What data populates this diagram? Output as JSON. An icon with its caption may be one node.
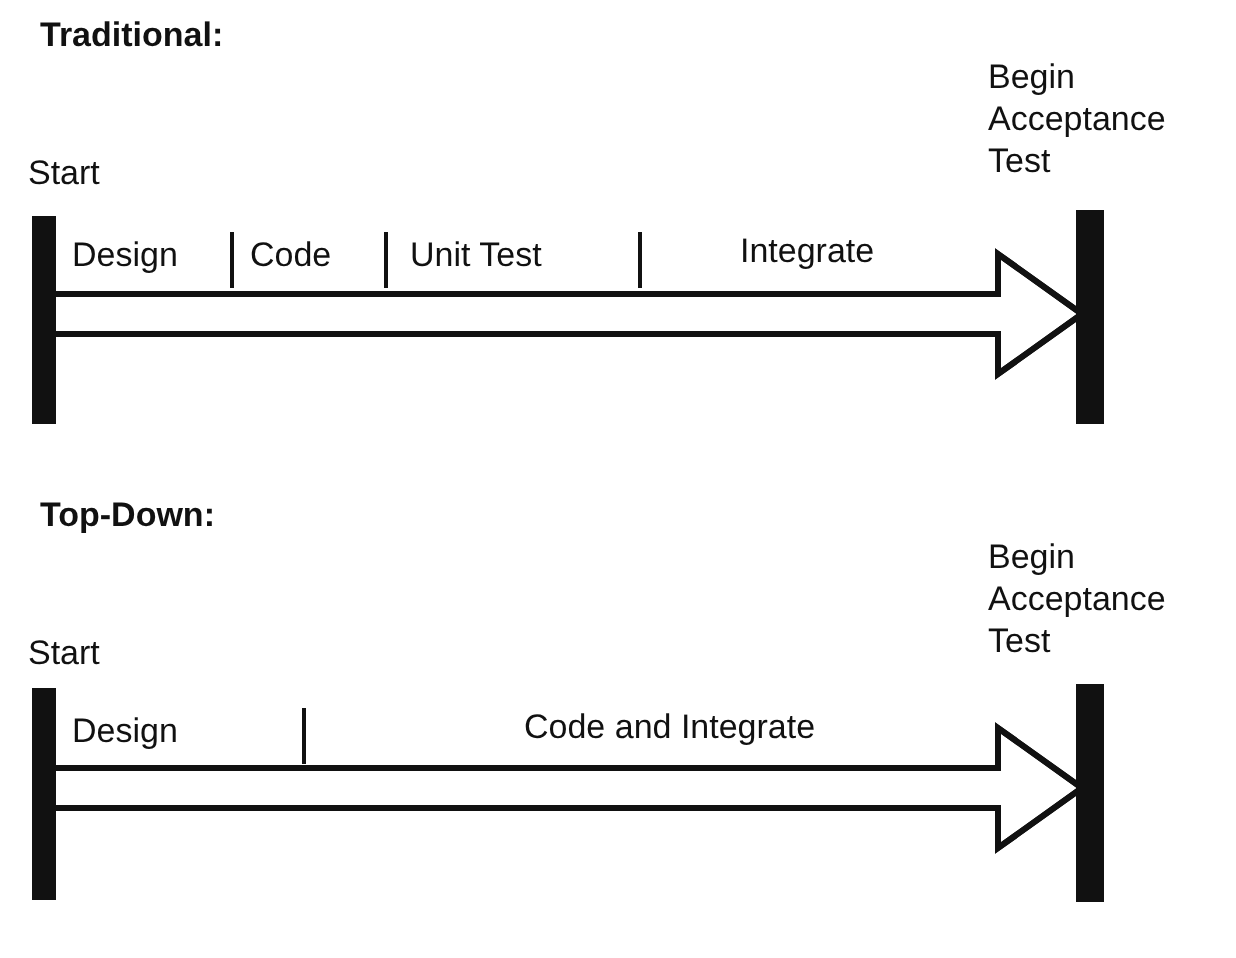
{
  "diagram": {
    "nodes": [
      {
        "text": [
          "Start"
        ]
      },
      {
        "text": [
          "Begin Acceptance Test"
        ]
      },
      {
        "text": [
          "Start"
        ]
      },
      {
        "text": [
          "Begin Acceptance Test"
        ]
      }
    ],
    "edges": [
      {
        "from": 0,
        "to": 1,
        "arrow": "to"
      },
      {
        "from": 2,
        "to": 3,
        "arrow": "to"
      }
    ],
    "labels": [
      "Traditional:",
      "Design",
      "Code",
      "Unit Test",
      "Integrate",
      "Top-Down:",
      "Design",
      "Code and Integrate"
    ]
  }
}
